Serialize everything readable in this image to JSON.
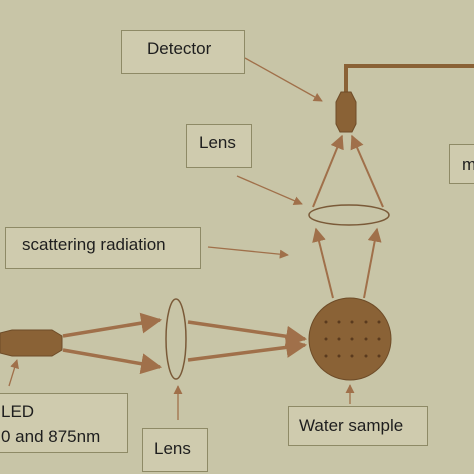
{
  "labels": {
    "detector": "Detector",
    "lens_top": "Lens",
    "scattering": "scattering radiation",
    "led_line1": "LED",
    "led_line2": "0 and 875nm",
    "lens_bottom": "Lens",
    "water_sample": "Water sample",
    "right_partial": "m"
  },
  "colors": {
    "background": "#c8c5a7",
    "box_fill": "#cfcbae",
    "box_border": "#8e8a66",
    "component_brown": "#8a6236",
    "arrow_brown": "#a0704a",
    "lens_outline": "#7a5a38",
    "sample_dots": "#5a3a1e"
  }
}
